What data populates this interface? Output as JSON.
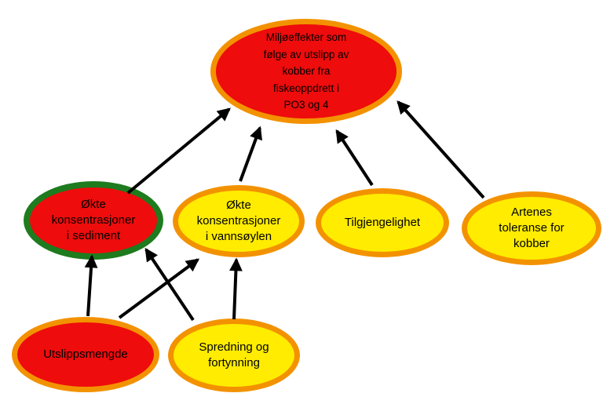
{
  "diagram": {
    "description": "Causal diagram of environmental effects of copper emissions from fish farming",
    "background": "#ffffff",
    "colors": {
      "red_fill": "#ee0c0c",
      "yellow_fill": "#ffec00",
      "orange_border": "#f39200",
      "green_border": "#1e7b1e",
      "arrow": "#000000",
      "text": "#000000"
    },
    "nodes": [
      {
        "id": "miljoeffekter",
        "label": "Miljøeffekter som\nfølge av utslipp av\nkobber fra\nfiskeoppdrett i\nPO3 og 4",
        "fill": "#ee0c0c",
        "border": "#f39200"
      },
      {
        "id": "okte-konsentrasjoner-sediment",
        "label": "Økte\nkonsentrasjoner\ni sediment",
        "fill": "#ee0c0c",
        "border": "#1e7b1e"
      },
      {
        "id": "okte-konsentrasjoner-vannsoylen",
        "label": "Økte\nkonsentrasjoner\ni vannsøylen",
        "fill": "#ffec00",
        "border": "#f39200"
      },
      {
        "id": "tilgjengelighet",
        "label": "Tilgjengelighet",
        "fill": "#ffec00",
        "border": "#f39200"
      },
      {
        "id": "artenes-toleranse",
        "label": "Artenes\ntoleranse for\nkobber",
        "fill": "#ffec00",
        "border": "#f39200"
      },
      {
        "id": "utslippsmengde",
        "label": "Utslippsmengde",
        "fill": "#ee0c0c",
        "border": "#f39200"
      },
      {
        "id": "spredning-fortynning",
        "label": "Spredning og\nfortynning",
        "fill": "#ffec00",
        "border": "#f39200"
      }
    ],
    "edges": [
      {
        "from": "okte-konsentrasjoner-sediment",
        "to": "miljoeffekter"
      },
      {
        "from": "okte-konsentrasjoner-vannsoylen",
        "to": "miljoeffekter"
      },
      {
        "from": "tilgjengelighet",
        "to": "miljoeffekter"
      },
      {
        "from": "artenes-toleranse",
        "to": "miljoeffekter"
      },
      {
        "from": "utslippsmengde",
        "to": "okte-konsentrasjoner-sediment"
      },
      {
        "from": "utslippsmengde",
        "to": "okte-konsentrasjoner-vannsoylen"
      },
      {
        "from": "spredning-fortynning",
        "to": "okte-konsentrasjoner-sediment"
      },
      {
        "from": "spredning-fortynning",
        "to": "okte-konsentrasjoner-vannsoylen"
      }
    ]
  }
}
